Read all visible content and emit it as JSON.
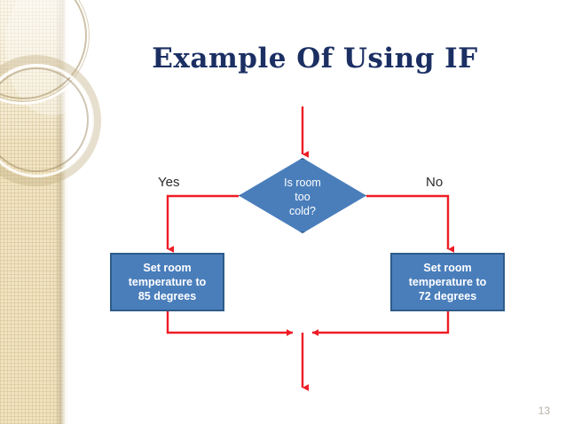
{
  "slide": {
    "title": "Example Of Using IF",
    "page_number": "13",
    "colors": {
      "title": "#1b2f63",
      "node_fill": "#4a7ebb",
      "node_border": "#2e5c8a",
      "connector": "#ee1c25",
      "band": "#f1e5c4",
      "node_text": "#ffffff",
      "branch_label": "#2b2b2b",
      "page_number": "#b8b3a8"
    }
  },
  "flowchart": {
    "decision": {
      "text": "Is room too cold?",
      "line1": "Is room",
      "line2": "too",
      "line3": "cold?"
    },
    "branches": [
      {
        "key": "yes",
        "label": "Yes"
      },
      {
        "key": "no",
        "label": "No"
      }
    ],
    "processes": [
      {
        "key": "set-85",
        "text": "Set room temperature to 85 degrees",
        "line1": "Set room",
        "line2": "temperature to",
        "line3": "85 degrees"
      },
      {
        "key": "set-72",
        "text": "Set room temperature to 72 degrees",
        "line1": "Set room",
        "line2": "temperature to",
        "line3": "72 degrees"
      }
    ],
    "connectors": [
      {
        "name": "entry-arrow-into-decision"
      },
      {
        "name": "yes-branch-to-set-85"
      },
      {
        "name": "no-branch-to-set-72"
      },
      {
        "name": "set-85-to-merge"
      },
      {
        "name": "set-72-to-merge"
      },
      {
        "name": "merge-exit-arrow"
      }
    ]
  }
}
